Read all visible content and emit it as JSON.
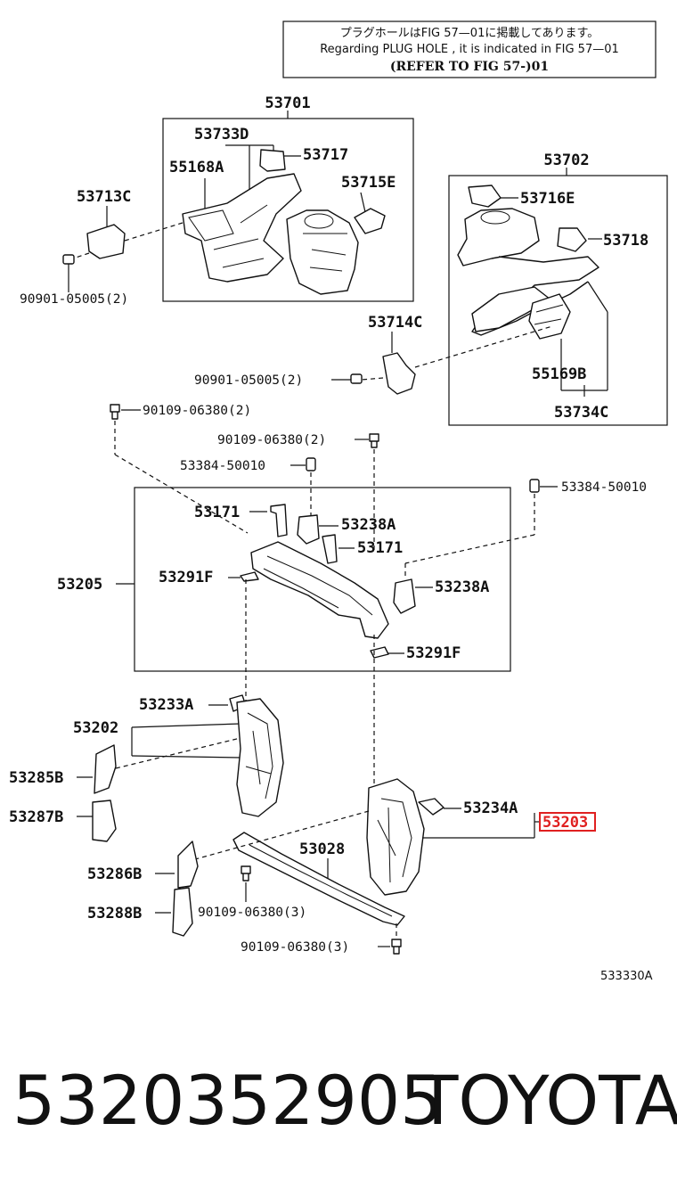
{
  "note": {
    "line1": "プラグホールはFIG 57—01に掲載してあります。",
    "line2": "Regarding  PLUG  HOLE , it is indicated in  FIG  57—01",
    "line3": "(REFER TO FIG 57-)01"
  },
  "labels": {
    "l53701": "53701",
    "l53733D": "53733D",
    "l53717": "53717",
    "l55168A": "55168A",
    "l53715E": "53715E",
    "l53713C": "53713C",
    "l90901a": "90901-05005(2)",
    "l53702": "53702",
    "l53716E": "53716E",
    "l53718": "53718",
    "l53714C": "53714C",
    "l90901b": "90901-05005(2)",
    "l55169B": "55169B",
    "l53734C": "53734C",
    "l90109a": "90109-06380(2)",
    "l90109b": "90109-06380(2)",
    "l53384a": "53384-50010",
    "l53384b": "53384-50010",
    "l53171a": "53171",
    "l53238Aa": "53238A",
    "l53171b": "53171",
    "l53205": "53205",
    "l53291Fa": "53291F",
    "l53238Ab": "53238A",
    "l53291Fb": "53291F",
    "l53233A": "53233A",
    "l53202": "53202",
    "l53285B": "53285B",
    "l53287B": "53287B",
    "l53234A": "53234A",
    "l53203": "53203",
    "l53028": "53028",
    "l53286B": "53286B",
    "l90109c": "90109-06380(3)",
    "l53288B": "53288B",
    "l90109d": "90109-06380(3)",
    "figcode": "533330A"
  },
  "footer": {
    "part_number": "5320352905",
    "brand": "TOYOTA"
  },
  "colors": {
    "line": "#111111",
    "highlight": "#e02020"
  }
}
